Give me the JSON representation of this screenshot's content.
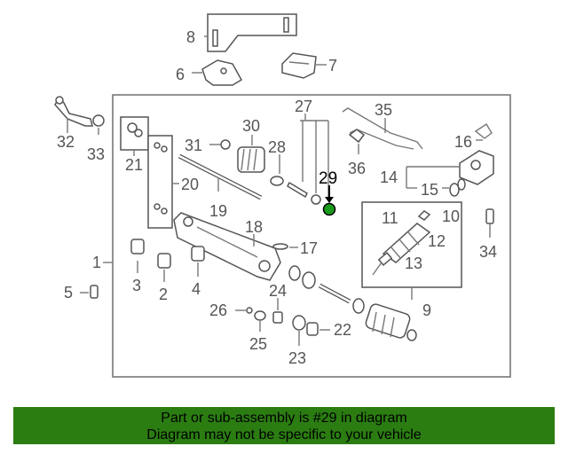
{
  "callouts": {
    "n1": "1",
    "n2": "2",
    "n3": "3",
    "n4": "4",
    "n5": "5",
    "n6": "6",
    "n7": "7",
    "n8": "8",
    "n9": "9",
    "n10": "10",
    "n11": "11",
    "n12": "12",
    "n13": "13",
    "n14": "14",
    "n15": "15",
    "n16": "16",
    "n17": "17",
    "n18": "18",
    "n19": "19",
    "n20": "20",
    "n21": "21",
    "n22": "22",
    "n23": "23",
    "n24": "24",
    "n25": "25",
    "n26": "26",
    "n27": "27",
    "n28": "28",
    "n29": "29",
    "n30": "30",
    "n31": "31",
    "n32": "32",
    "n33": "33",
    "n34": "34",
    "n35": "35",
    "n36": "36"
  },
  "highlight_part": "29",
  "colors": {
    "highlight": "#1a9a1a",
    "banner": "#2b7d12",
    "outline": "#555555"
  },
  "footer": {
    "line1": "Part or sub-assembly is #29 in diagram",
    "line2": "Diagram may not be specific to your vehicle"
  }
}
